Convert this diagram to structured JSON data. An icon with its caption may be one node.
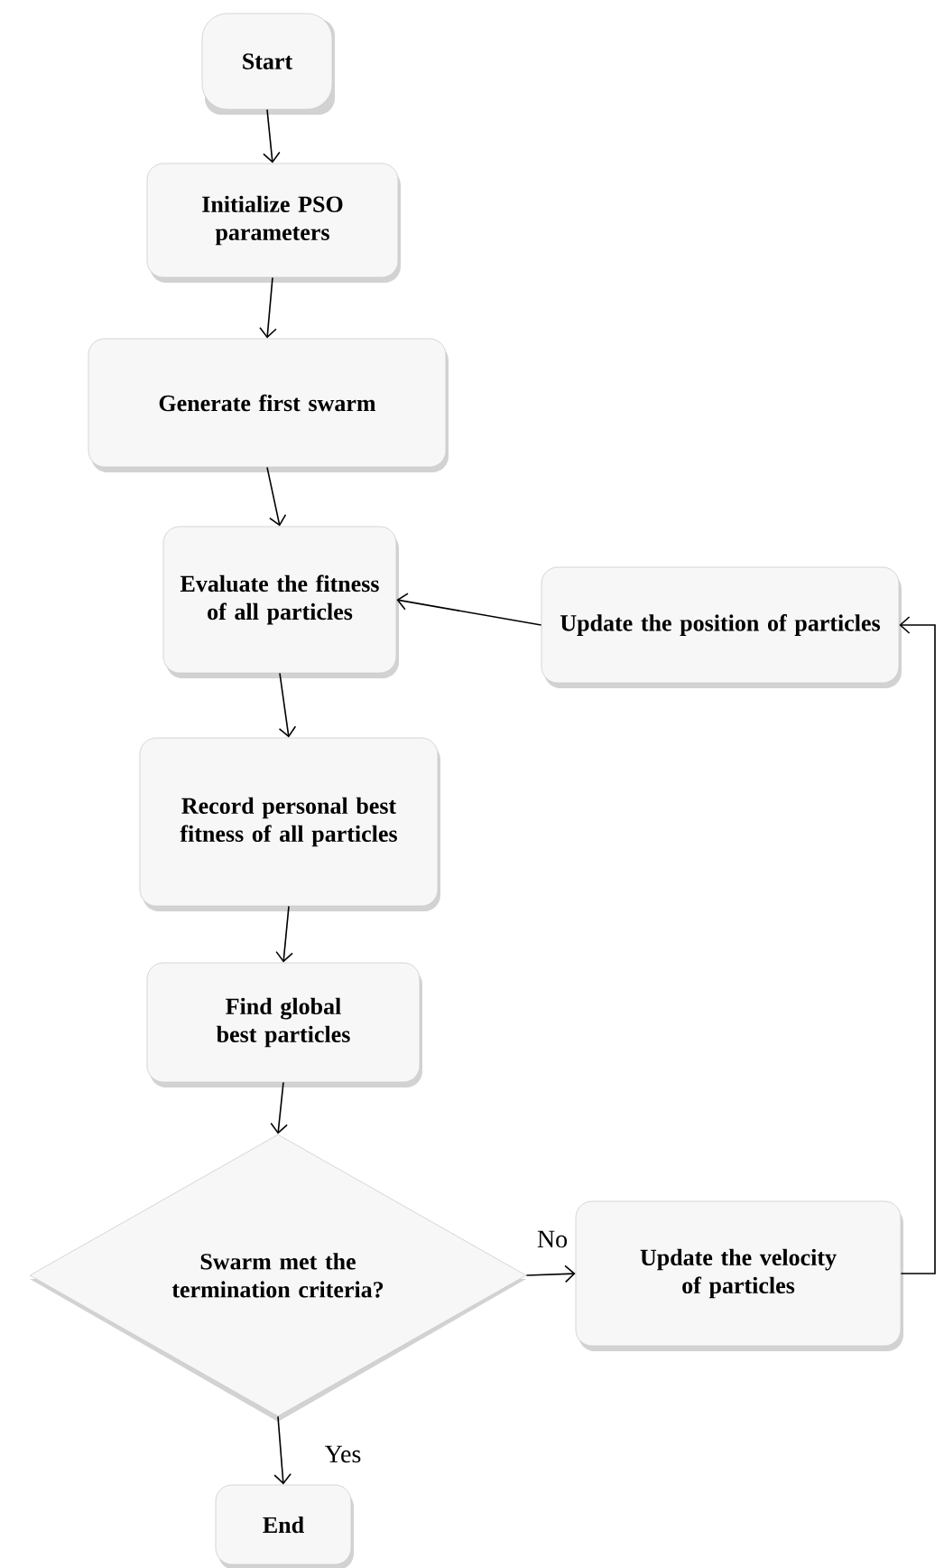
{
  "diagram": {
    "nodes": [
      {
        "text": [
          "Start"
        ]
      },
      {
        "text": [
          "Initialize PSO parameters"
        ]
      },
      {
        "text": [
          "Generate first swarm"
        ]
      },
      {
        "text": [
          "Evaluate the fitness of all particles"
        ]
      },
      {
        "text": [
          "Update the position of particles"
        ]
      },
      {
        "text": [
          "Record personal best fitness of all particles"
        ]
      },
      {
        "text": [
          "Find global best particles"
        ]
      },
      {
        "text": [
          "Swarm met the termination criteria?"
        ]
      },
      {
        "text": [
          "Update the velocity of particles"
        ]
      },
      {
        "text": [
          "End"
        ]
      }
    ],
    "edges": [
      {
        "from": 0,
        "to": 1,
        "arrow": "to"
      },
      {
        "from": 1,
        "to": 2,
        "arrow": "to"
      },
      {
        "from": 2,
        "to": 3,
        "arrow": "to"
      },
      {
        "from": 3,
        "to": 5,
        "arrow": "to"
      },
      {
        "from": 5,
        "to": 6,
        "arrow": "to"
      },
      {
        "from": 6,
        "to": 7,
        "arrow": "to"
      },
      {
        "from": 7,
        "to": 8,
        "arrow": "to",
        "label": "No"
      },
      {
        "from": 8,
        "to": 4,
        "arrow": "to"
      },
      {
        "from": 4,
        "to": 3,
        "arrow": "to"
      },
      {
        "from": 7,
        "to": 9,
        "arrow": "to",
        "label": "Yes"
      }
    ]
  }
}
